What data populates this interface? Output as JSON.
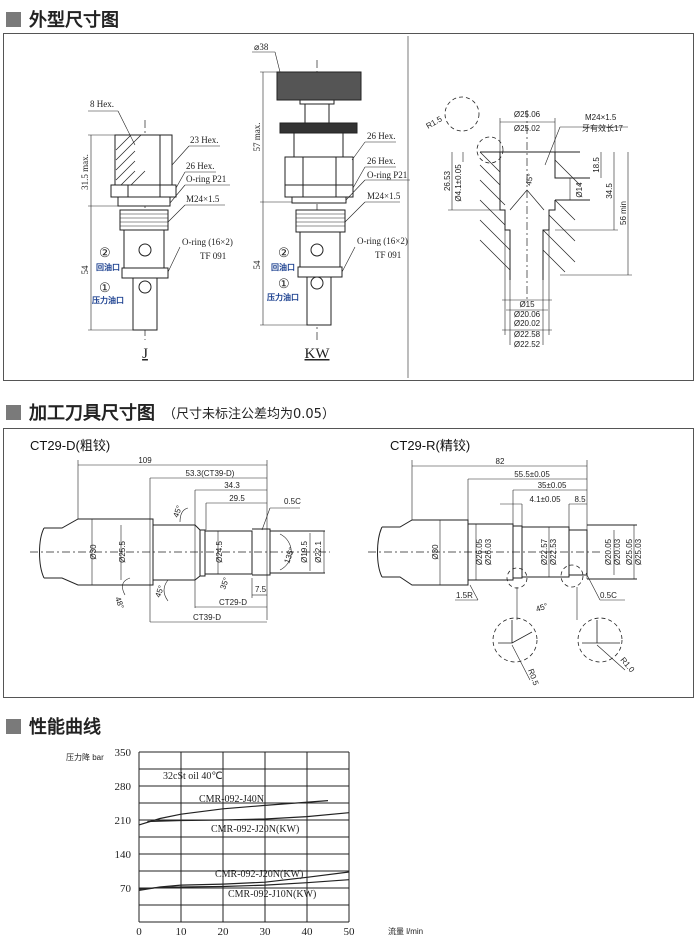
{
  "sections": {
    "outline": {
      "title": "外型尺寸图"
    },
    "tooling": {
      "title": "加工刀具尺寸图",
      "note": "（尺寸未标注公差均为0.05）"
    },
    "performance": {
      "title": "性能曲线"
    }
  },
  "outline": {
    "j": {
      "model": "J",
      "labels": {
        "hex8": "8 Hex.",
        "hex23": "23 Hex.",
        "hex26": "26 Hex.",
        "oring_p21": "O-ring P21",
        "thread": "M24×1.5",
        "oring_16": "O-ring (16×2)",
        "tf": "TF 091"
      },
      "dims": {
        "height_top": "31.5 max.",
        "height_bottom": "54"
      },
      "ports": {
        "port2_num": "②",
        "port2": "回油口",
        "port1_num": "①",
        "port1": "压力油口"
      }
    },
    "kw": {
      "model": "KW",
      "labels": {
        "dia38": "⌀38",
        "hex26a": "26 Hex.",
        "hex26b": "26 Hex.",
        "oring_p21": "O-ring P21",
        "thread": "M24×1.5",
        "oring_16": "O-ring (16×2)",
        "tf": "TF 091"
      },
      "dims": {
        "height_top": "57 max.",
        "height_bottom": "54"
      },
      "ports": {
        "port2_num": "②",
        "port2": "回油口",
        "port1_num": "①",
        "port1": "压力油口"
      }
    },
    "cavity": {
      "r": "R1.5",
      "top_dia_max": "Ø25.06",
      "top_dia_min": "Ø25.02",
      "thread": "M24×1.5",
      "thread_len": "牙有效长17",
      "depth1": "26.53",
      "dia41": "Ø4.1±0.05",
      "angle": "45°",
      "dia14": "Ø14",
      "d185": "18.5",
      "d345": "34.5",
      "d56": "56 min",
      "dia15": "Ø15",
      "dia20_max": "Ø20.06",
      "dia20_min": "Ø20.02",
      "dia22_max": "Ø22.58",
      "dia22_min": "Ø22.52"
    }
  },
  "tooling": {
    "ct29d": {
      "title": "CT29-D(粗铰)",
      "l109": "109",
      "l533": "53.3(CT39-D)",
      "l343": "34.3",
      "l295": "29.5",
      "c05": "0.5C",
      "d30": "Ø30",
      "d255": "Ø25.5",
      "d245": "Ø24.5",
      "d195": "Ø19.5",
      "d221": "Ø22.1",
      "a45a": "45°",
      "a45b": "45°",
      "a48": "48°",
      "a35": "35°",
      "a135": "135°",
      "l75": "7.5",
      "ct29": "CT29-D",
      "ct39": "CT39-D"
    },
    "ct29r": {
      "title": "CT29-R(精铰)",
      "l82": "82",
      "l555": "55.5±0.05",
      "l35": "35±0.05",
      "l41": "4.1±0.05",
      "l85": "8.5",
      "d30": "Ø30",
      "d2605": "Ø26.05",
      "d2603": "Ø26.03",
      "d2257": "Ø22.57",
      "d2253": "Ø22.53",
      "d2005": "Ø20.05",
      "d2003": "Ø20.03",
      "d2505": "Ø25.05",
      "d2503": "Ø25.03",
      "r15": "1.5R",
      "c05": "0.5C",
      "a45": "45°",
      "r05": "R0.5",
      "r10": "R1.0"
    }
  },
  "chart_data": {
    "type": "line",
    "title": "",
    "annotation": "32cSt oil 40℃",
    "xlabel": "流量 l/min",
    "ylabel": "压力降 bar",
    "xlim": [
      0,
      50
    ],
    "ylim": [
      0,
      350
    ],
    "xticks": [
      "0",
      "10",
      "20",
      "30",
      "40",
      "50"
    ],
    "yticks": [
      "350",
      "280",
      "210",
      "140",
      "70"
    ],
    "grid": true,
    "series": [
      {
        "name": "CMR-092-J40N",
        "x": [
          0,
          5,
          10,
          20,
          30,
          45
        ],
        "y": [
          200,
          213,
          222,
          233,
          240,
          250
        ]
      },
      {
        "name": "CMR-092-J20N(KW)",
        "x": [
          2,
          10,
          20,
          30,
          40,
          50
        ],
        "y": [
          207,
          209,
          210,
          212,
          217,
          225
        ]
      },
      {
        "name": "CMR-092-J20N(KW)",
        "x": [
          0,
          5,
          10,
          20,
          30,
          40,
          50
        ],
        "y": [
          65,
          72,
          76,
          78,
          82,
          92,
          103
        ]
      },
      {
        "name": "CMR-092-J10N(KW)",
        "x": [
          0,
          5,
          10,
          20,
          30,
          40,
          50
        ],
        "y": [
          68,
          71,
          72,
          73,
          76,
          81,
          87
        ]
      }
    ]
  }
}
